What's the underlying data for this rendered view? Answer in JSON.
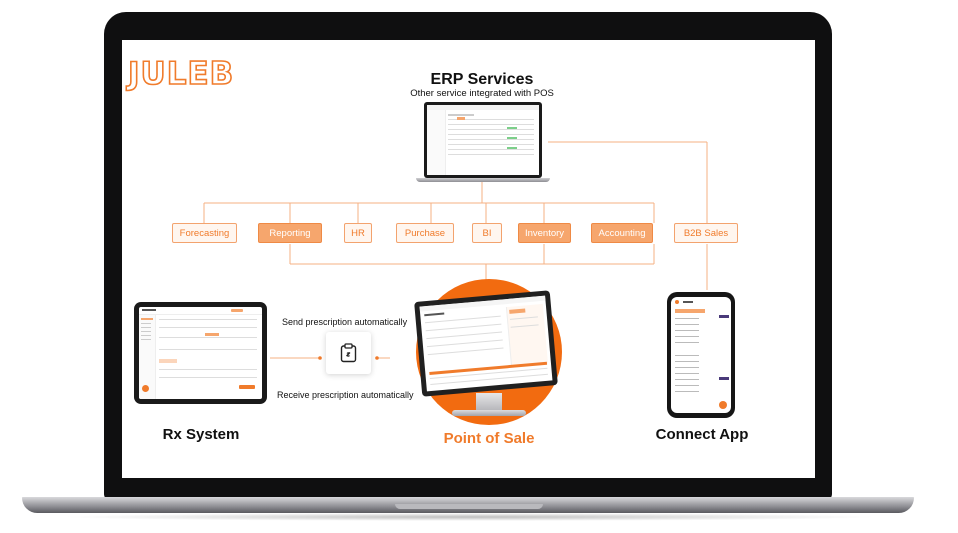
{
  "brand": {
    "logo": "JULEB",
    "accent": "#f07b2b"
  },
  "erp": {
    "title": "ERP Services",
    "subtitle": "Other service integrated with POS"
  },
  "services": [
    {
      "label": "Forecasting",
      "filled": false
    },
    {
      "label": "Reporting",
      "filled": true
    },
    {
      "label": "HR",
      "filled": false
    },
    {
      "label": "Purchase",
      "filled": false
    },
    {
      "label": "BI",
      "filled": false
    },
    {
      "label": "Inventory",
      "filled": true
    },
    {
      "label": "Accounting",
      "filled": true
    },
    {
      "label": "B2B Sales",
      "filled": false
    }
  ],
  "flow": {
    "send": "Send prescription automatically",
    "receive": "Receive prescription automatically",
    "icon": "clipboard-link-icon"
  },
  "captions": {
    "rx": "Rx System",
    "pos": "Point of Sale",
    "app": "Connect App"
  }
}
